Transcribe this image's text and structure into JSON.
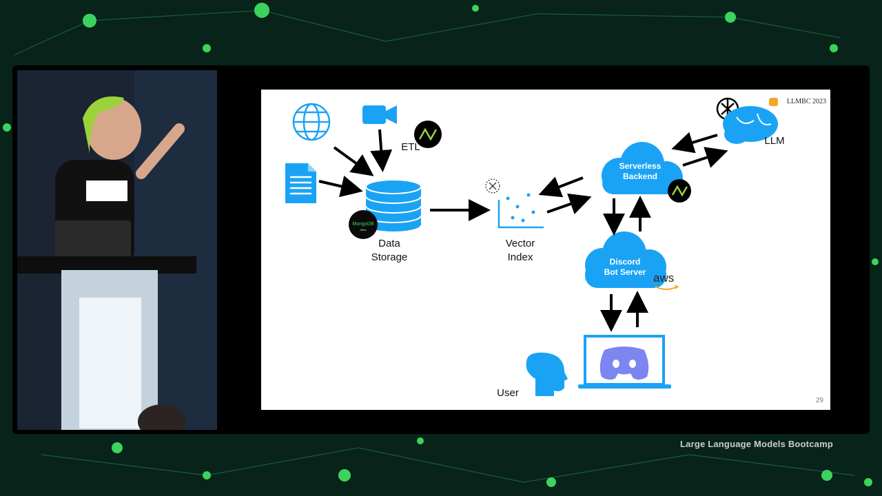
{
  "slide": {
    "event_name": "LLMBC 2023",
    "slide_number": "29",
    "nodes": {
      "etl": "ETL",
      "data_storage": "Data\nStorage",
      "vector_index": "Vector\nIndex",
      "serverless_backend": "Serverless\nBackend",
      "discord_bot_server": "Discord\nBot Server",
      "llm": "LLM",
      "user": "User",
      "aws": "aws",
      "mongodb_badge": "MongoDB Atlas"
    },
    "icons": [
      "globe-icon",
      "video-camera-icon",
      "document-icon",
      "database-icon",
      "mongodb-icon",
      "modal-logo-icon",
      "scatter-plot-icon",
      "openai-logo-icon",
      "brain-icon",
      "cloud-icon",
      "aws-logo-icon",
      "laptop-icon",
      "discord-logo-icon",
      "user-head-icon"
    ],
    "colors": {
      "accent_blue": "#1aa3f5",
      "arrow": "#000000",
      "discord": "#7b86f0"
    }
  },
  "footer": {
    "caption": "Large Language Models Bootcamp"
  }
}
